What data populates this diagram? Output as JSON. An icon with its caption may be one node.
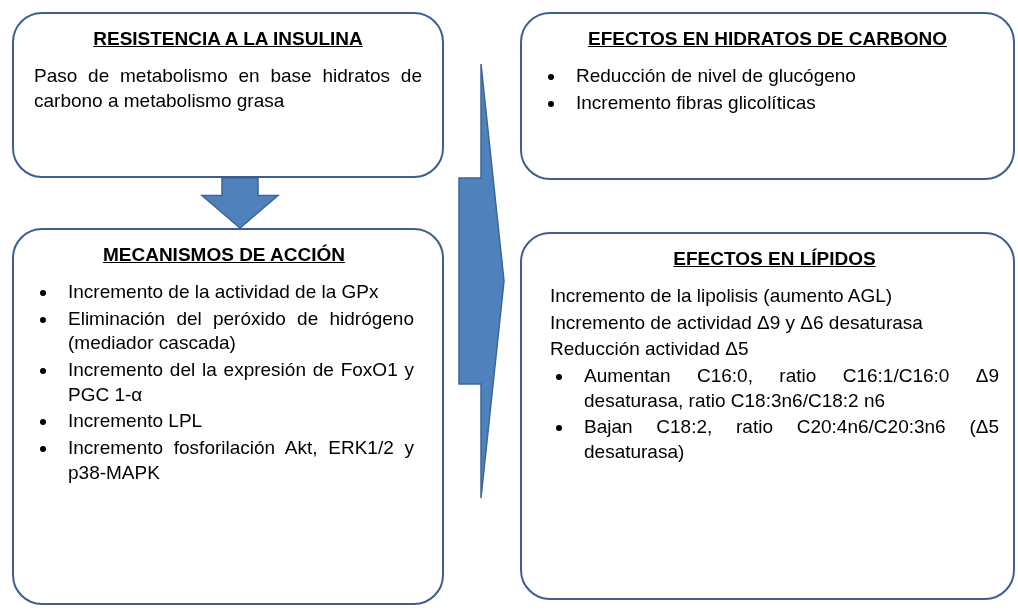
{
  "diagram": {
    "nodes": [
      {
        "text": [
          "RESISTENCIA A LA INSULINA",
          "Paso de metabolismo en base hidratos de carbono a metabolismo grasa"
        ]
      },
      {
        "text": [
          "MECANISMOS DE ACCIÓN",
          "Incremento de la actividad de la GPx",
          "Eliminación del peróxido de hidrógeno (mediador cascada)",
          "Incremento del la expresión de FoxO1 y PGC 1-α",
          "Incremento LPL",
          "Incremento fosforilación Akt, ERK1/2 y p38-MAPK"
        ]
      },
      {
        "text": [
          "EFECTOS EN HIDRATOS DE CARBONO",
          "Reducción de nivel de glucógeno",
          "Incremento fibras glicolíticas"
        ]
      },
      {
        "text": [
          "EFECTOS EN LÍPIDOS",
          "Incremento de la lipolisis (aumento AGL)",
          "Incremento de actividad Δ9 y Δ6 desaturasa",
          "Reducción actividad Δ5",
          "Aumentan C16:0, ratio C16:1/C16:0 Δ9 desaturasa, ratio C18:3n6/C18:2 n6",
          "Bajan C18:2, ratio C20:4n6/C20:3n6 (Δ5 desaturasa)"
        ]
      }
    ],
    "edges": [
      {
        "from": 0,
        "to": 1,
        "arrow": "to"
      },
      {
        "from": 1,
        "to": 3,
        "arrow": "to"
      }
    ]
  }
}
